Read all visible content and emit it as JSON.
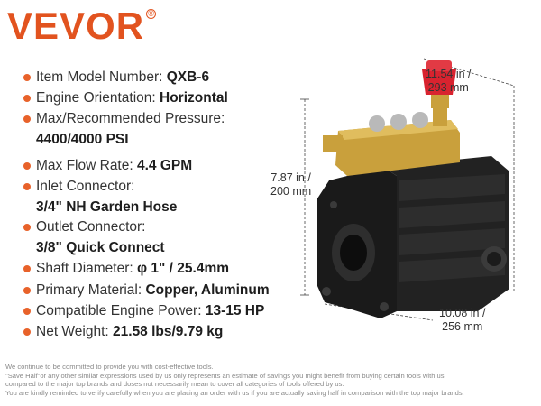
{
  "brand": {
    "name": "VEVOR",
    "registered_mark": "®"
  },
  "specs": [
    {
      "label": "Item Model Number: ",
      "value": "QXB-6"
    },
    {
      "label": "Engine Orientation: ",
      "value": "Horizontal"
    },
    {
      "label": "Max/Recommended Pressure:",
      "value": "4400/4000 PSI"
    },
    {
      "label": "Max Flow Rate: ",
      "value": "4.4 GPM"
    },
    {
      "label": "Inlet Connector:",
      "value": "3/4\" NH Garden Hose"
    },
    {
      "label": "Outlet Connector:",
      "value": "3/8\" Quick Connect"
    },
    {
      "label": "Shaft Diameter: ",
      "value": "φ 1\" / 25.4mm"
    },
    {
      "label": "Primary Material: ",
      "value": "Copper, Aluminum"
    },
    {
      "label": "Compatible Engine Power: ",
      "value": "13-15 HP"
    },
    {
      "label": "Net Weight: ",
      "value": "21.58 lbs/9.79 kg"
    }
  ],
  "dimensions": {
    "width": {
      "line1": "11.54 in /",
      "line2": "293 mm"
    },
    "height": {
      "line1": "7.87 in /",
      "line2": "200 mm"
    },
    "depth": {
      "line1": "10.08 in /",
      "line2": "256 mm"
    }
  },
  "disclaimer": [
    "We continue to be committed to provide you with cost-effective tools.",
    "\"Save Half\"or any other similar expressions used by us only represents an estimate of savings you might benefit from buying certain tools with us",
    "compared to the major top brands and doses not necessarily mean to cover all categories of tools offered by us.",
    "You are kindly reminded to verify carefully when you are placing an order with us if you are actually saving half in comparison with the top major brands."
  ],
  "colors": {
    "brand": "#e2531f",
    "bullet": "#e8622a",
    "knob": "#d8232f",
    "brass": "#c9a03c",
    "pump_body": "#1c1c1c"
  }
}
